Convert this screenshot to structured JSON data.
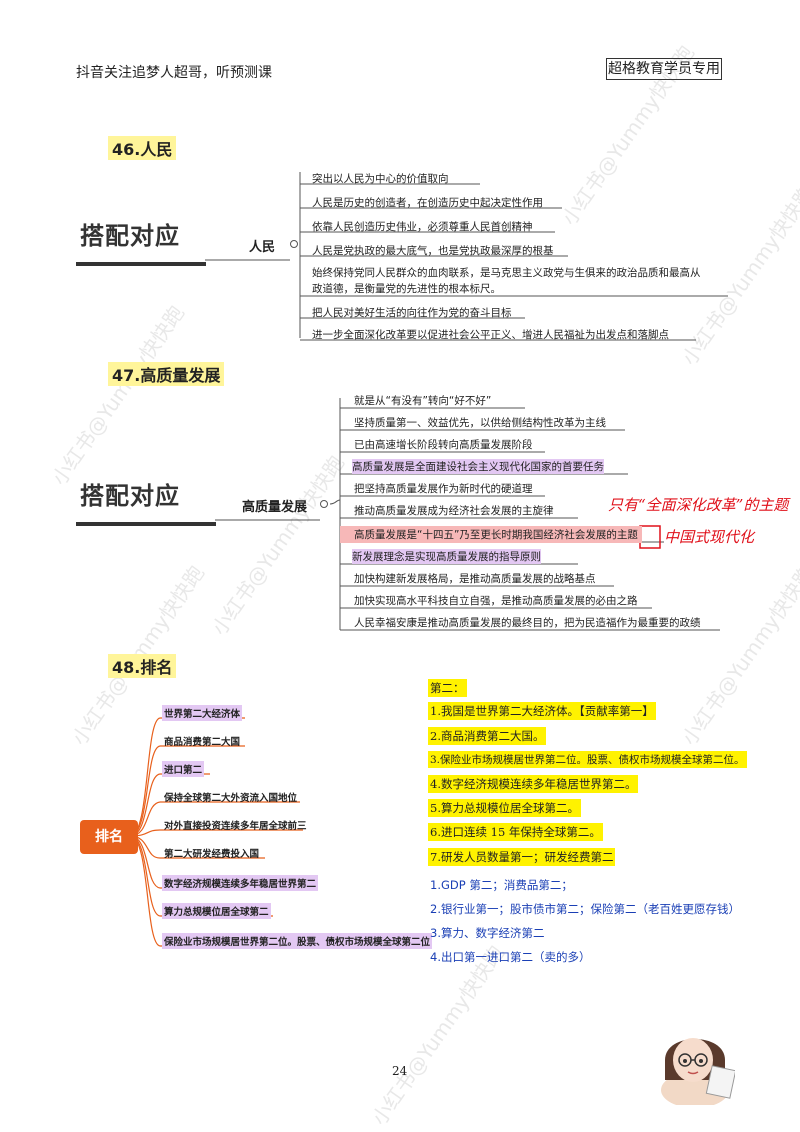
{
  "header": {
    "left": "抖音关注追梦人超哥，听预测课",
    "right": "超格教育学员专用"
  },
  "s46": {
    "title": "46.人民",
    "big": "搭配对应",
    "node": "人民",
    "items": [
      "突出以人民为中心的价值取向",
      "人民是历史的创造者，在创造历史中起决定性作用",
      "依靠人民创造历史伟业，必须尊重人民首创精神",
      "人民是党执政的最大底气，也是党执政最深厚的根基",
      "始终保持党同人民群众的血肉联系，是马克思主义政党与生俱来的政治品质和最高从",
      "政道德，是衡量党的先进性的根本标尺。",
      "把人民对美好生活的向往作为党的奋斗目标",
      "进一步全面深化改革要以促进社会公平正义、增进人民福祉为出发点和落脚点"
    ]
  },
  "s47": {
    "title": "47.高质量发展",
    "big": "搭配对应",
    "node": "高质量发展",
    "items": [
      "就是从“有没有”转向“好不好”",
      "坚持质量第一、效益优先，以供给侧结构性改革为主线",
      "已由高速增长阶段转向高质量发展阶段",
      "高质量发展是全面建设社会主义现代化国家的首要任务",
      "把坚持高质量发展作为新时代的硬道理",
      "推动高质量发展成为经济社会发展的主旋律",
      "高质量发展是“十四五”乃至更长时期我国经济社会发展的主题",
      "新发展理念是实现高质量发展的指导原则",
      "加快构建新发展格局，是推动高质量发展的战略基点",
      "加快实现高水平科技自立自强，是推动高质量发展的必由之路",
      "人民幸福安康是推动高质量发展的最终目的，把为民造福作为最重要的政绩"
    ],
    "handwriting": [
      "只有“全面深化改革”的主题",
      "中国式现代化"
    ]
  },
  "s48": {
    "title": "48.排名",
    "node": "排名",
    "items": [
      "世界第二大经济体",
      "商品消费第二大国",
      "进口第二",
      "保持全球第二大外资流入国地位",
      "对外直接投资连续多年居全球前三",
      "第二大研发经费投入国",
      "数字经济规模连续多年稳居世界第二",
      "算力总规模位居全球第二",
      "保险业市场规模居世界第二位。股票、债权市场规模全球第二位"
    ],
    "right_heading": "第二：",
    "right_lines": [
      "1.我国是世界第二大经济体。【贡献率第一】",
      "2.商品消费第二大国。",
      "3.保险业市场规模居世界第二位。股票、债权市场规模全球第二位。",
      "4.数字经济规模连续多年稳居世界第二。",
      "5.算力总规模位居全球第二。",
      "6.进口连续 15 年保持全球第二。",
      "7.研发人员数量第一；研发经费第二"
    ],
    "blue_lines": [
      "1.GDP 第二；消费品第二；",
      "2.银行业第一；股市债市第二；保险第二（老百姓更愿存钱）",
      "3.算力、数字经济第二",
      "4.出口第一进口第二（卖的多）"
    ]
  },
  "page_number": "24",
  "watermark": "小红书@Yummy快快跑",
  "colors": {
    "orange": "#e8601c",
    "purple_hl": "#e3c8f3",
    "red_hl": "#f7b8b8",
    "yellow_hl": "#fff200",
    "blue_text": "#1a3fb5",
    "handwriting": "#e0101a"
  }
}
